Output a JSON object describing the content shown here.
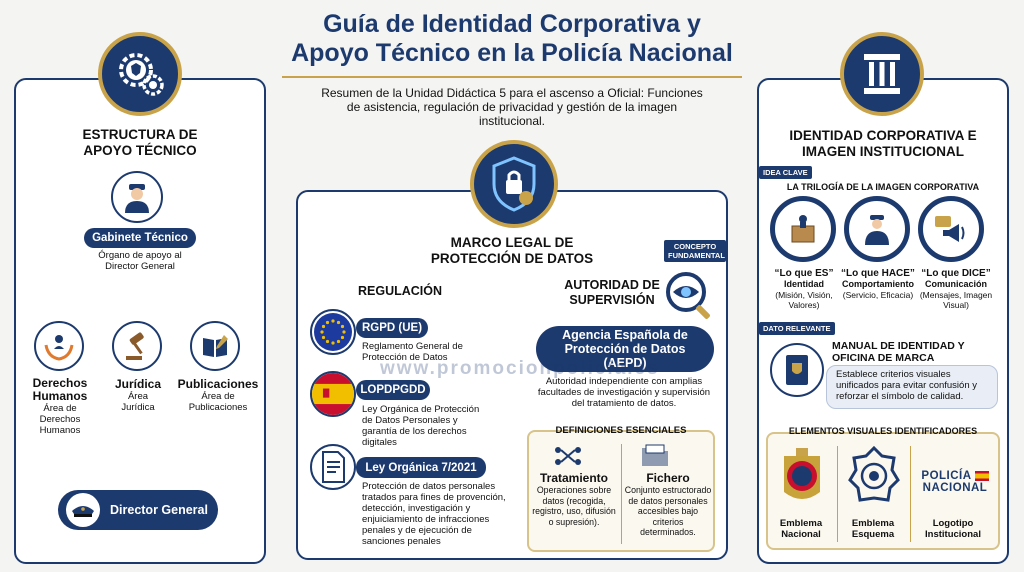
{
  "header": {
    "title_line1": "Guía de Identidad Corporativa y",
    "title_line2": "Apoyo Técnico en la Policía Nacional",
    "subtitle": "Resumen de la Unidad Didáctica 5 para el ascenso a Oficial: Funciones de asistencia, regulación de privacidad y gestión de la imagen institucional."
  },
  "left": {
    "title": "ESTRUCTURA DE APOYO TÉCNICO",
    "gabinete": {
      "label": "Gabinete Técnico",
      "desc": "Órgano de apoyo al Director General"
    },
    "areas": [
      {
        "title": "Derechos Humanos",
        "desc": "Área de Derechos Humanos",
        "icon": "hands-person-icon"
      },
      {
        "title": "Jurídica",
        "desc": "Área Jurídica",
        "icon": "gavel-icon"
      },
      {
        "title": "Publicaciones",
        "desc": "Área de Publicaciones",
        "icon": "book-icon"
      }
    ],
    "director": "Director General"
  },
  "center": {
    "title": "MARCO LEGAL DE PROTECCIÓN DE DATOS",
    "regulacion_title": "REGULACIÓN",
    "regs": [
      {
        "name": "RGPD (UE)",
        "desc": "Reglamento General de Protección de Datos"
      },
      {
        "name": "LOPDPGDD",
        "desc": "Ley Orgánica de Protección de Datos Personales y garantía de los derechos digitales"
      },
      {
        "name": "Ley Orgánica 7/2021",
        "desc": "Protección de datos personales tratados para fines de provención, detección, investigación y enjuiciamiento de infracciones penales y de ejecución de sanciones penales"
      }
    ],
    "concepto_tag": "CONCEPTO FUNDAMENTAL",
    "autoridad_title": "AUTORIDAD DE SUPERVISIÓN",
    "agencia": "Agencia Española de Protección de Datos (AEPD)",
    "agencia_desc": "Autoridad independiente con amplias facultades de investigación y supervisión del tratamiento de datos.",
    "definiciones_title": "DEFINICIONES ESENCIALES",
    "defs": [
      {
        "term": "Tratamiento",
        "desc": "Operaciones sobre datos (recogida, registro, uso, difusión o supresión)."
      },
      {
        "term": "Fichero",
        "desc": "Conjunto estructorado de datos personales accesibles bajo criterios determinados."
      }
    ],
    "watermark": "www.promocionpolicia.es"
  },
  "right": {
    "title": "IDENTIDAD CORPORATIVA E IMAGEN INSTITUCIONAL",
    "idea_tag": "IDEA CLAVE",
    "trilogia_title": "LA TRILOGÍA DE LA IMAGEN CORPORATIVA",
    "trilogia": [
      {
        "quote": "“Lo que ES”",
        "name": "Identidad",
        "desc": "(Misión, Visión, Valores)"
      },
      {
        "quote": "“Lo que HACE”",
        "name": "Comportamiento",
        "desc": "(Servicio, Eficacia)"
      },
      {
        "quote": "“Lo que DICE”",
        "name": "Comunicación",
        "desc": "(Mensajes, Imagen Visual)"
      }
    ],
    "dato_tag": "DATO RELEVANTE",
    "manual_title": "MANUAL DE IDENTIDAD Y OFICINA DE MARCA",
    "manual_desc": "Establece criterios visuales unificados para evitar confusión y reforzar el símbolo de calidad.",
    "elementos_title": "ELEMENTOS VISUALES IDENTIFICADORES",
    "elementos": [
      {
        "name": "Emblema Nacional"
      },
      {
        "name": "Emblema Esquema"
      },
      {
        "name": "Logotipo Institucional"
      }
    ],
    "logo_text_1": "POLICÍA",
    "logo_text_2": "NACIONAL"
  },
  "colors": {
    "navy": "#1d3a6e",
    "gold": "#c9a34a",
    "red": "#c8102e",
    "yellow": "#f1bf00"
  }
}
